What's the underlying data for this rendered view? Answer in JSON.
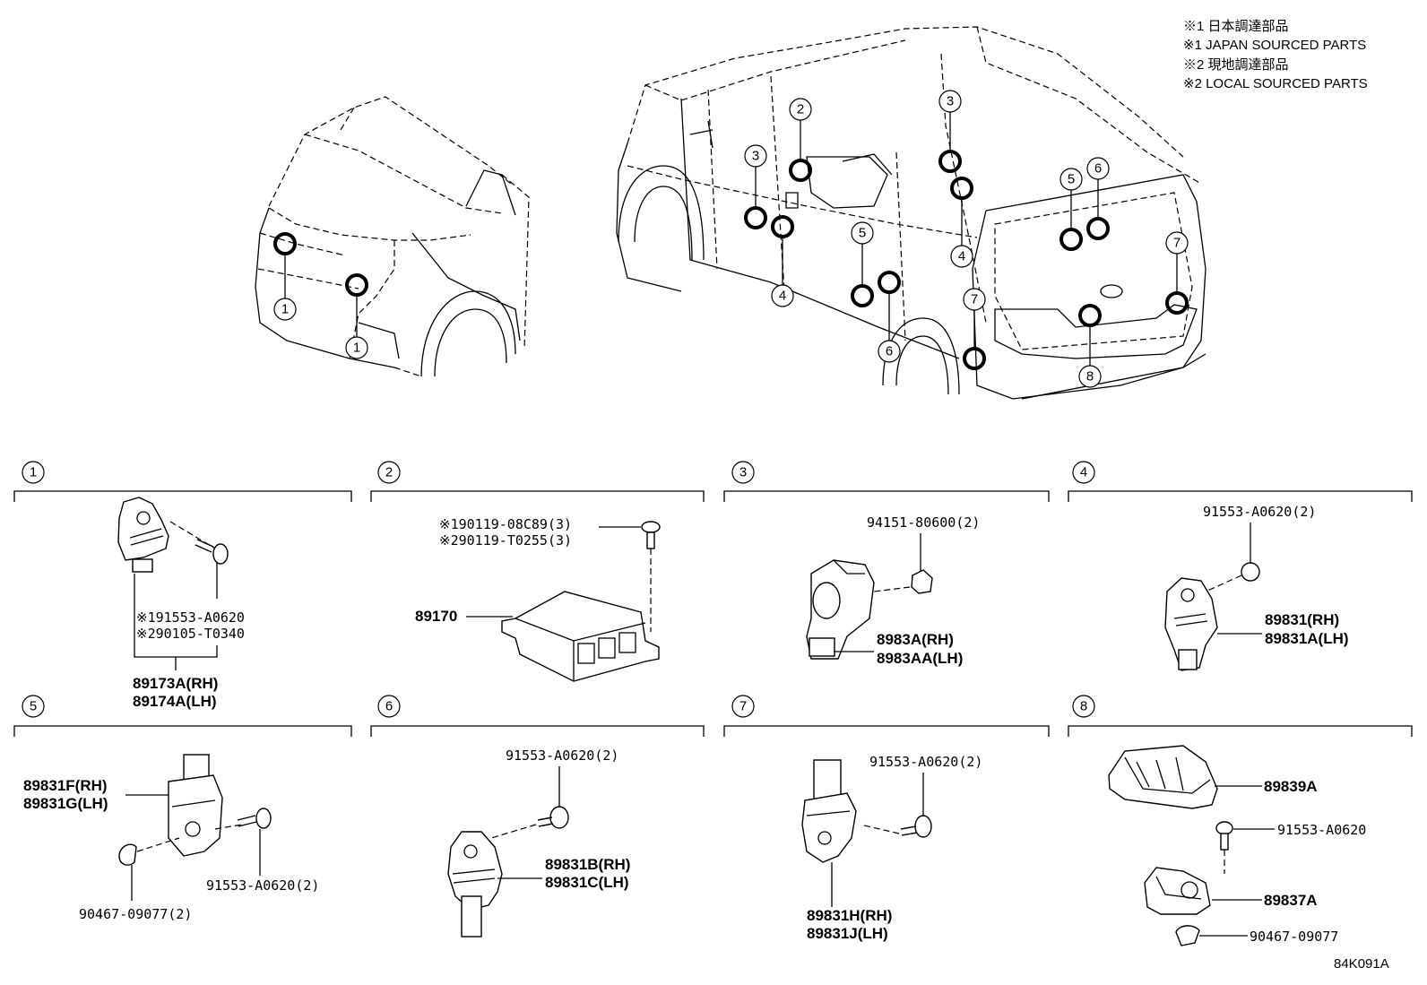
{
  "notes": [
    "※1 日本調達部品",
    "※1 JAPAN SOURCED PARTS",
    "※2 現地調達部品",
    "※2 LOCAL SOURCED PARTS"
  ],
  "callout_numbers": {
    "front_1a": "1",
    "front_1b": "1",
    "side_2": "2",
    "side_3a": "3",
    "side_3b": "3",
    "side_4a": "4",
    "side_4b": "4",
    "side_5a": "5",
    "side_5b": "5",
    "side_6a": "6",
    "side_6b": "6",
    "side_7a": "7",
    "side_7b": "7",
    "side_8": "8"
  },
  "sections": [
    {
      "num": "1",
      "parts": [
        "※191553-A0620",
        "※290105-T0340",
        "89173A(RH)",
        "89174A(LH)"
      ]
    },
    {
      "num": "2",
      "parts": [
        "※190119-08C89(3)",
        "※290119-T0255(3)",
        "89170"
      ]
    },
    {
      "num": "3",
      "parts": [
        "94151-80600(2)",
        "8983A(RH)",
        "8983AA(LH)"
      ]
    },
    {
      "num": "4",
      "parts": [
        "91553-A0620(2)",
        "89831(RH)",
        "89831A(LH)"
      ]
    },
    {
      "num": "5",
      "parts": [
        "89831F(RH)",
        "89831G(LH)",
        "91553-A0620(2)",
        "90467-09077(2)"
      ]
    },
    {
      "num": "6",
      "parts": [
        "91553-A0620(2)",
        "89831B(RH)",
        "89831C(LH)"
      ]
    },
    {
      "num": "7",
      "parts": [
        "91553-A0620(2)",
        "89831H(RH)",
        "89831J(LH)"
      ]
    },
    {
      "num": "8",
      "parts": [
        "89839A",
        "91553-A0620",
        "89837A",
        "90467-09077"
      ]
    }
  ],
  "figure_code": "84K091A"
}
